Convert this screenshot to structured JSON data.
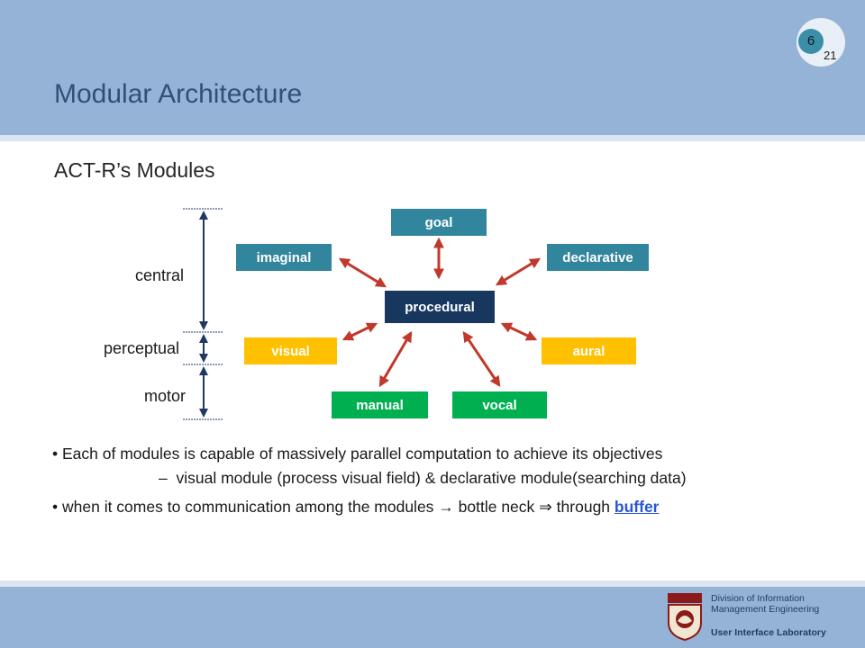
{
  "slide": {
    "title": "Modular Architecture",
    "page_number": "6",
    "total_pages": "21",
    "subtitle": "ACT-R’s Modules"
  },
  "diagram": {
    "modules": {
      "goal": "goal",
      "imaginal": "imaginal",
      "declarative": "declarative",
      "procedural": "procedural",
      "visual": "visual",
      "aural": "aural",
      "manual": "manual",
      "vocal": "vocal"
    },
    "levels": {
      "central": "central",
      "perceptual": "perceptual",
      "motor": "motor"
    },
    "colors": {
      "central": "#31859c",
      "procedural": "#17375e",
      "perceptual": "#ffc000",
      "motor": "#00b050",
      "arrows": "#c0392b"
    }
  },
  "bullets": {
    "b1": "Each of modules is capable of massively parallel computation to achieve its objectives",
    "b1_sub": "visual module (process visual field) & declarative module(searching data)",
    "b2_prefix": "when it comes to communication among the modules → bottle neck ⇒ through ",
    "b2_link": "buffer"
  },
  "footer": {
    "line1": "Division of Information",
    "line2": "Management Engineering",
    "line3": "User Interface Laboratory"
  }
}
